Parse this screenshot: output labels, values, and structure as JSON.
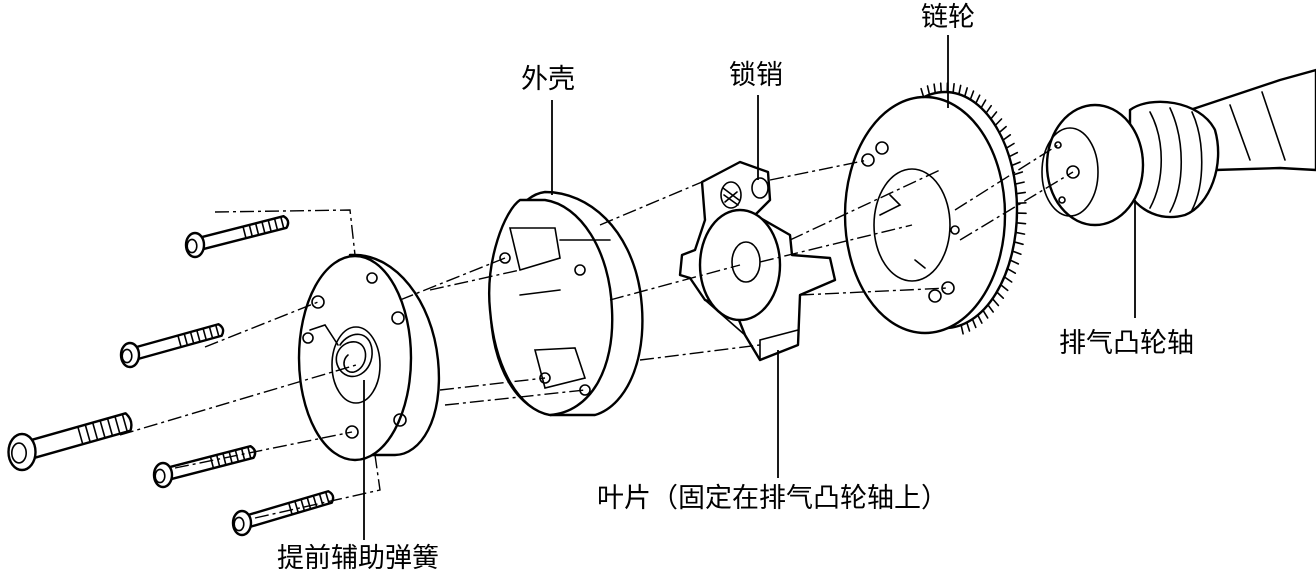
{
  "labels": {
    "sprocket": "链轮",
    "housing": "外壳",
    "lock_pin": "锁销",
    "exhaust_camshaft": "排气凸轮轴",
    "vane": "叶片（固定在排气凸轮轴上）",
    "advance_spring": "提前辅助弹簧"
  },
  "colors": {
    "line": "#000000",
    "background": "#ffffff"
  }
}
